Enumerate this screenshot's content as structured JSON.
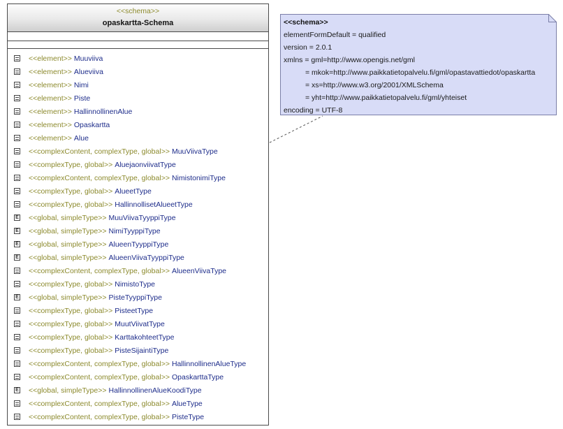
{
  "classbox": {
    "stereotype": "<<schema>>",
    "title": "opaskartta-Schema",
    "items": [
      {
        "icon": "list",
        "stereotype": "<<element>>",
        "name": "Muuviiva"
      },
      {
        "icon": "list",
        "stereotype": "<<element>>",
        "name": "Alueviiva"
      },
      {
        "icon": "list",
        "stereotype": "<<element>>",
        "name": "Nimi"
      },
      {
        "icon": "list",
        "stereotype": "<<element>>",
        "name": "Piste"
      },
      {
        "icon": "list",
        "stereotype": "<<element>>",
        "name": "HallinnollinenAlue"
      },
      {
        "icon": "list",
        "stereotype": "<<element>>",
        "name": "Opaskartta"
      },
      {
        "icon": "list",
        "stereotype": "<<element>>",
        "name": "Alue"
      },
      {
        "icon": "list",
        "stereotype": "<<complexContent, complexType, global>>",
        "name": "MuuViivaType"
      },
      {
        "icon": "list",
        "stereotype": "<<complexType, global>>",
        "name": "AluejaonviivatType"
      },
      {
        "icon": "list",
        "stereotype": "<<complexContent, complexType, global>>",
        "name": "NimistonimiType"
      },
      {
        "icon": "list",
        "stereotype": "<<complexType, global>>",
        "name": "AlueetType"
      },
      {
        "icon": "list",
        "stereotype": "<<complexType, global>>",
        "name": "HallinnollisetAlueetType"
      },
      {
        "icon": "enum",
        "stereotype": "<<global, simpleType>>",
        "name": "MuuViivaTyyppiType"
      },
      {
        "icon": "enum",
        "stereotype": "<<global, simpleType>>",
        "name": "NimiTyyppiType"
      },
      {
        "icon": "enum",
        "stereotype": "<<global, simpleType>>",
        "name": "AlueenTyyppiType"
      },
      {
        "icon": "enum",
        "stereotype": "<<global, simpleType>>",
        "name": "AlueenViivaTyyppiType"
      },
      {
        "icon": "list",
        "stereotype": "<<complexContent, complexType, global>>",
        "name": "AlueenViivaType"
      },
      {
        "icon": "list",
        "stereotype": "<<complexType, global>>",
        "name": "NimistoType"
      },
      {
        "icon": "enum",
        "stereotype": "<<global, simpleType>>",
        "name": "PisteTyyppiType"
      },
      {
        "icon": "list",
        "stereotype": "<<complexType, global>>",
        "name": "PisteetType"
      },
      {
        "icon": "list",
        "stereotype": "<<complexType, global>>",
        "name": "MuutViivatType"
      },
      {
        "icon": "list",
        "stereotype": "<<complexType, global>>",
        "name": "KarttakohteetType"
      },
      {
        "icon": "list",
        "stereotype": "<<complexType, global>>",
        "name": "PisteSijaintiType"
      },
      {
        "icon": "list",
        "stereotype": "<<complexContent, complexType, global>>",
        "name": "HallinnollinenAlueType"
      },
      {
        "icon": "list",
        "stereotype": "<<complexContent, complexType, global>>",
        "name": "OpaskarttaType"
      },
      {
        "icon": "enum",
        "stereotype": "<<global, simpleType>>",
        "name": "HallinnollinenAlueKoodiType"
      },
      {
        "icon": "list",
        "stereotype": "<<complexContent, complexType, global>>",
        "name": "AlueType"
      },
      {
        "icon": "list",
        "stereotype": "<<complexContent, complexType, global>>",
        "name": "PisteType"
      }
    ]
  },
  "note": {
    "title": "<<schema>>",
    "lines": [
      {
        "text": "elementFormDefault  =  qualified",
        "indent": false
      },
      {
        "text": "version  =  2.0.1",
        "indent": false
      },
      {
        "text": "xmlns  =  gml=http://www.opengis.net/gml",
        "indent": false
      },
      {
        "text": "=  mkok=http://www.paikkatietopalvelu.fi/gml/opastavattiedot/opaskartta",
        "indent": true
      },
      {
        "text": "=  xs=http://www.w3.org/2001/XMLSchema",
        "indent": true
      },
      {
        "text": "=  yht=http://www.paikkatietopalvelu.fi/gml/yhteiset",
        "indent": true
      },
      {
        "text": "encoding  =  UTF-8",
        "indent": false
      }
    ]
  },
  "colors": {
    "note_fill": "#d8dcf7",
    "note_border": "#7b7fa8",
    "stereotype": "#8c8a2d",
    "name": "#1d2c8a"
  },
  "icons": {
    "list": "attribute-list-icon",
    "enum": "enumeration-icon"
  }
}
